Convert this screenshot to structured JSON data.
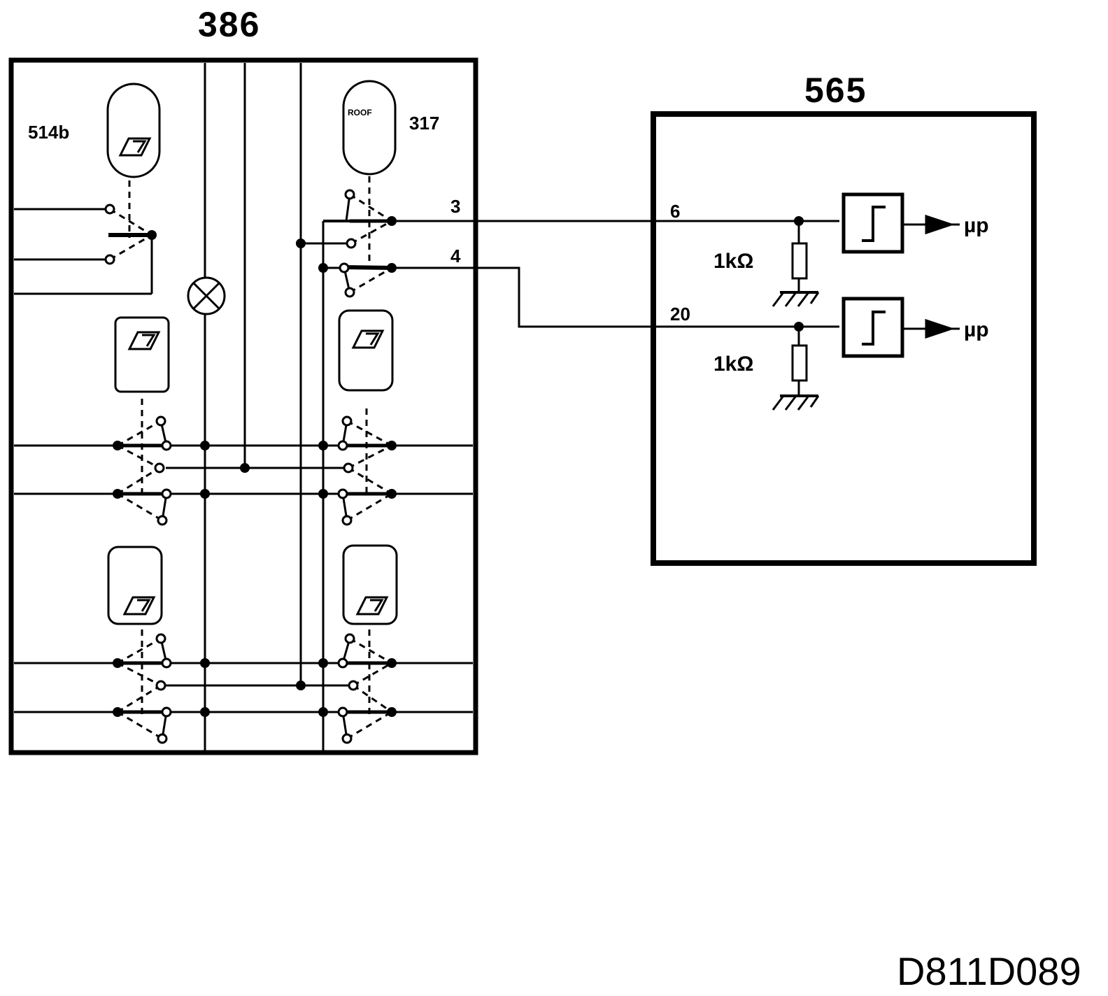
{
  "modules": {
    "switch_panel": "386",
    "control_unit": "565"
  },
  "components": {
    "switch_514b": "514b",
    "switch_317": "317",
    "roof_text": "ROOF",
    "resistor_top": "1kΩ",
    "resistor_bottom": "1kΩ"
  },
  "pins": {
    "p3": "3",
    "p4": "4",
    "p6": "6",
    "p20": "20"
  },
  "outputs": {
    "out_top": "µp",
    "out_bottom": "µp"
  },
  "diagram_code": "D811D089"
}
